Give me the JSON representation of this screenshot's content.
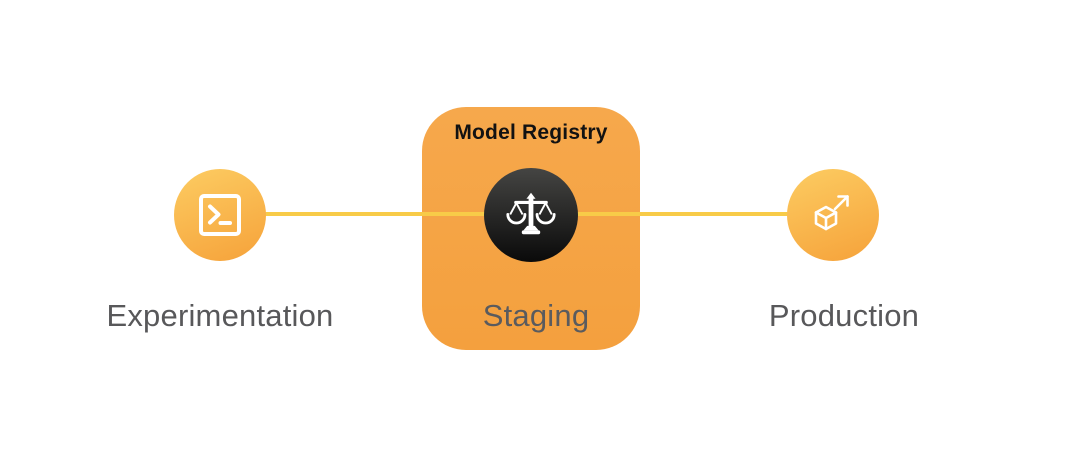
{
  "registry": {
    "title": "Model Registry"
  },
  "stages": [
    {
      "id": "experimentation",
      "label": "Experimentation",
      "icon": "terminal-icon"
    },
    {
      "id": "staging",
      "label": "Staging",
      "icon": "balance-scale-icon"
    },
    {
      "id": "production",
      "label": "Production",
      "icon": "cube-arrow-icon"
    }
  ],
  "colors": {
    "connector_yellow": "#F8CB48",
    "circle_gradient_top": "#FCCA60",
    "circle_gradient_bottom": "#F6A43C",
    "registry_box_orange": "#F5A445",
    "dark_circle_top": "#454543",
    "dark_circle_bottom": "#0A0A0A",
    "title_text": "#121212",
    "label_text": "#58585A",
    "icon_stroke": "#FFFFFF",
    "background": "#FFFFFF"
  }
}
